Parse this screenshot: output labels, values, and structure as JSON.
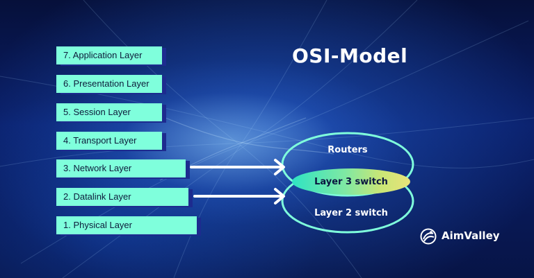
{
  "title": "OSI-Model",
  "layers": [
    "7. Application Layer",
    "6. Presentation Layer",
    "5. Session Layer",
    "4. Transport Layer",
    "3. Network Layer",
    "2. Datalink Layer",
    "1. Physical Layer"
  ],
  "devices": {
    "routers": "Routers",
    "layer3_switch": "Layer 3 switch",
    "layer2_switch": "Layer 2 switch"
  },
  "brand": {
    "name": "AimValley",
    "icon": "aimvalley-logo-icon"
  },
  "colors": {
    "layer_box": "#7fffdc",
    "layer_shadow": "#1d2b8f",
    "ellipse_stroke": "#7fffdc",
    "arrow": "#ffffff"
  }
}
